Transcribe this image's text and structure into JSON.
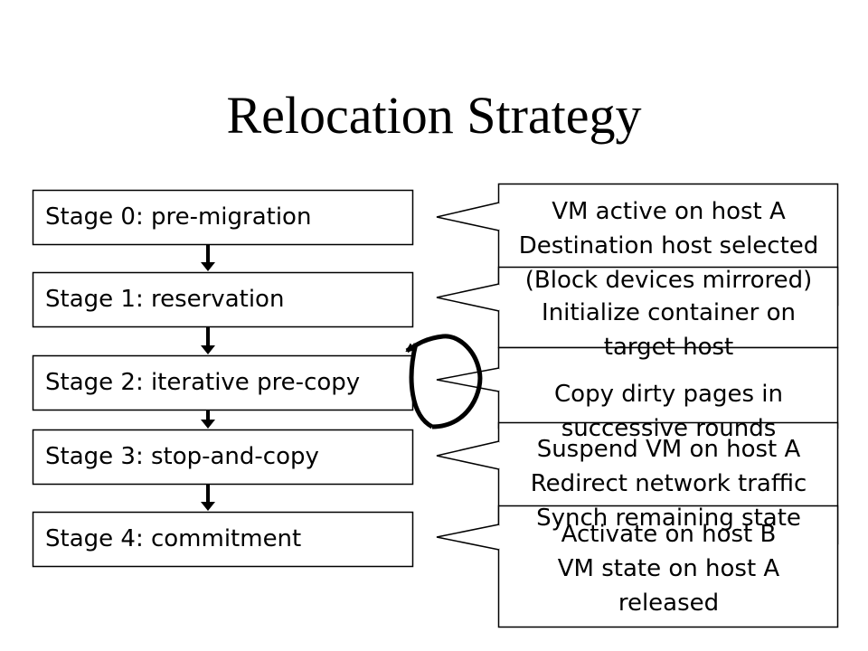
{
  "title": "Relocation Strategy",
  "stages": [
    {
      "label": "Stage 0: pre-migration"
    },
    {
      "label": "Stage 1: reservation"
    },
    {
      "label": "Stage 2: iterative pre-copy"
    },
    {
      "label": "Stage 3: stop-and-copy"
    },
    {
      "label": "Stage 4: commitment"
    }
  ],
  "callouts": [
    {
      "lines": [
        "VM active on host A",
        "Destination host selected",
        "(Block devices mirrored)"
      ]
    },
    {
      "lines": [
        "Initialize container on",
        "target host"
      ]
    },
    {
      "lines": [
        "Copy dirty pages in",
        "successive rounds"
      ]
    },
    {
      "lines": [
        "Suspend VM on host A",
        "Redirect network traffic",
        "Synch remaining state"
      ]
    },
    {
      "lines": [
        "Activate on host B",
        "VM state on host A",
        "released"
      ]
    }
  ]
}
